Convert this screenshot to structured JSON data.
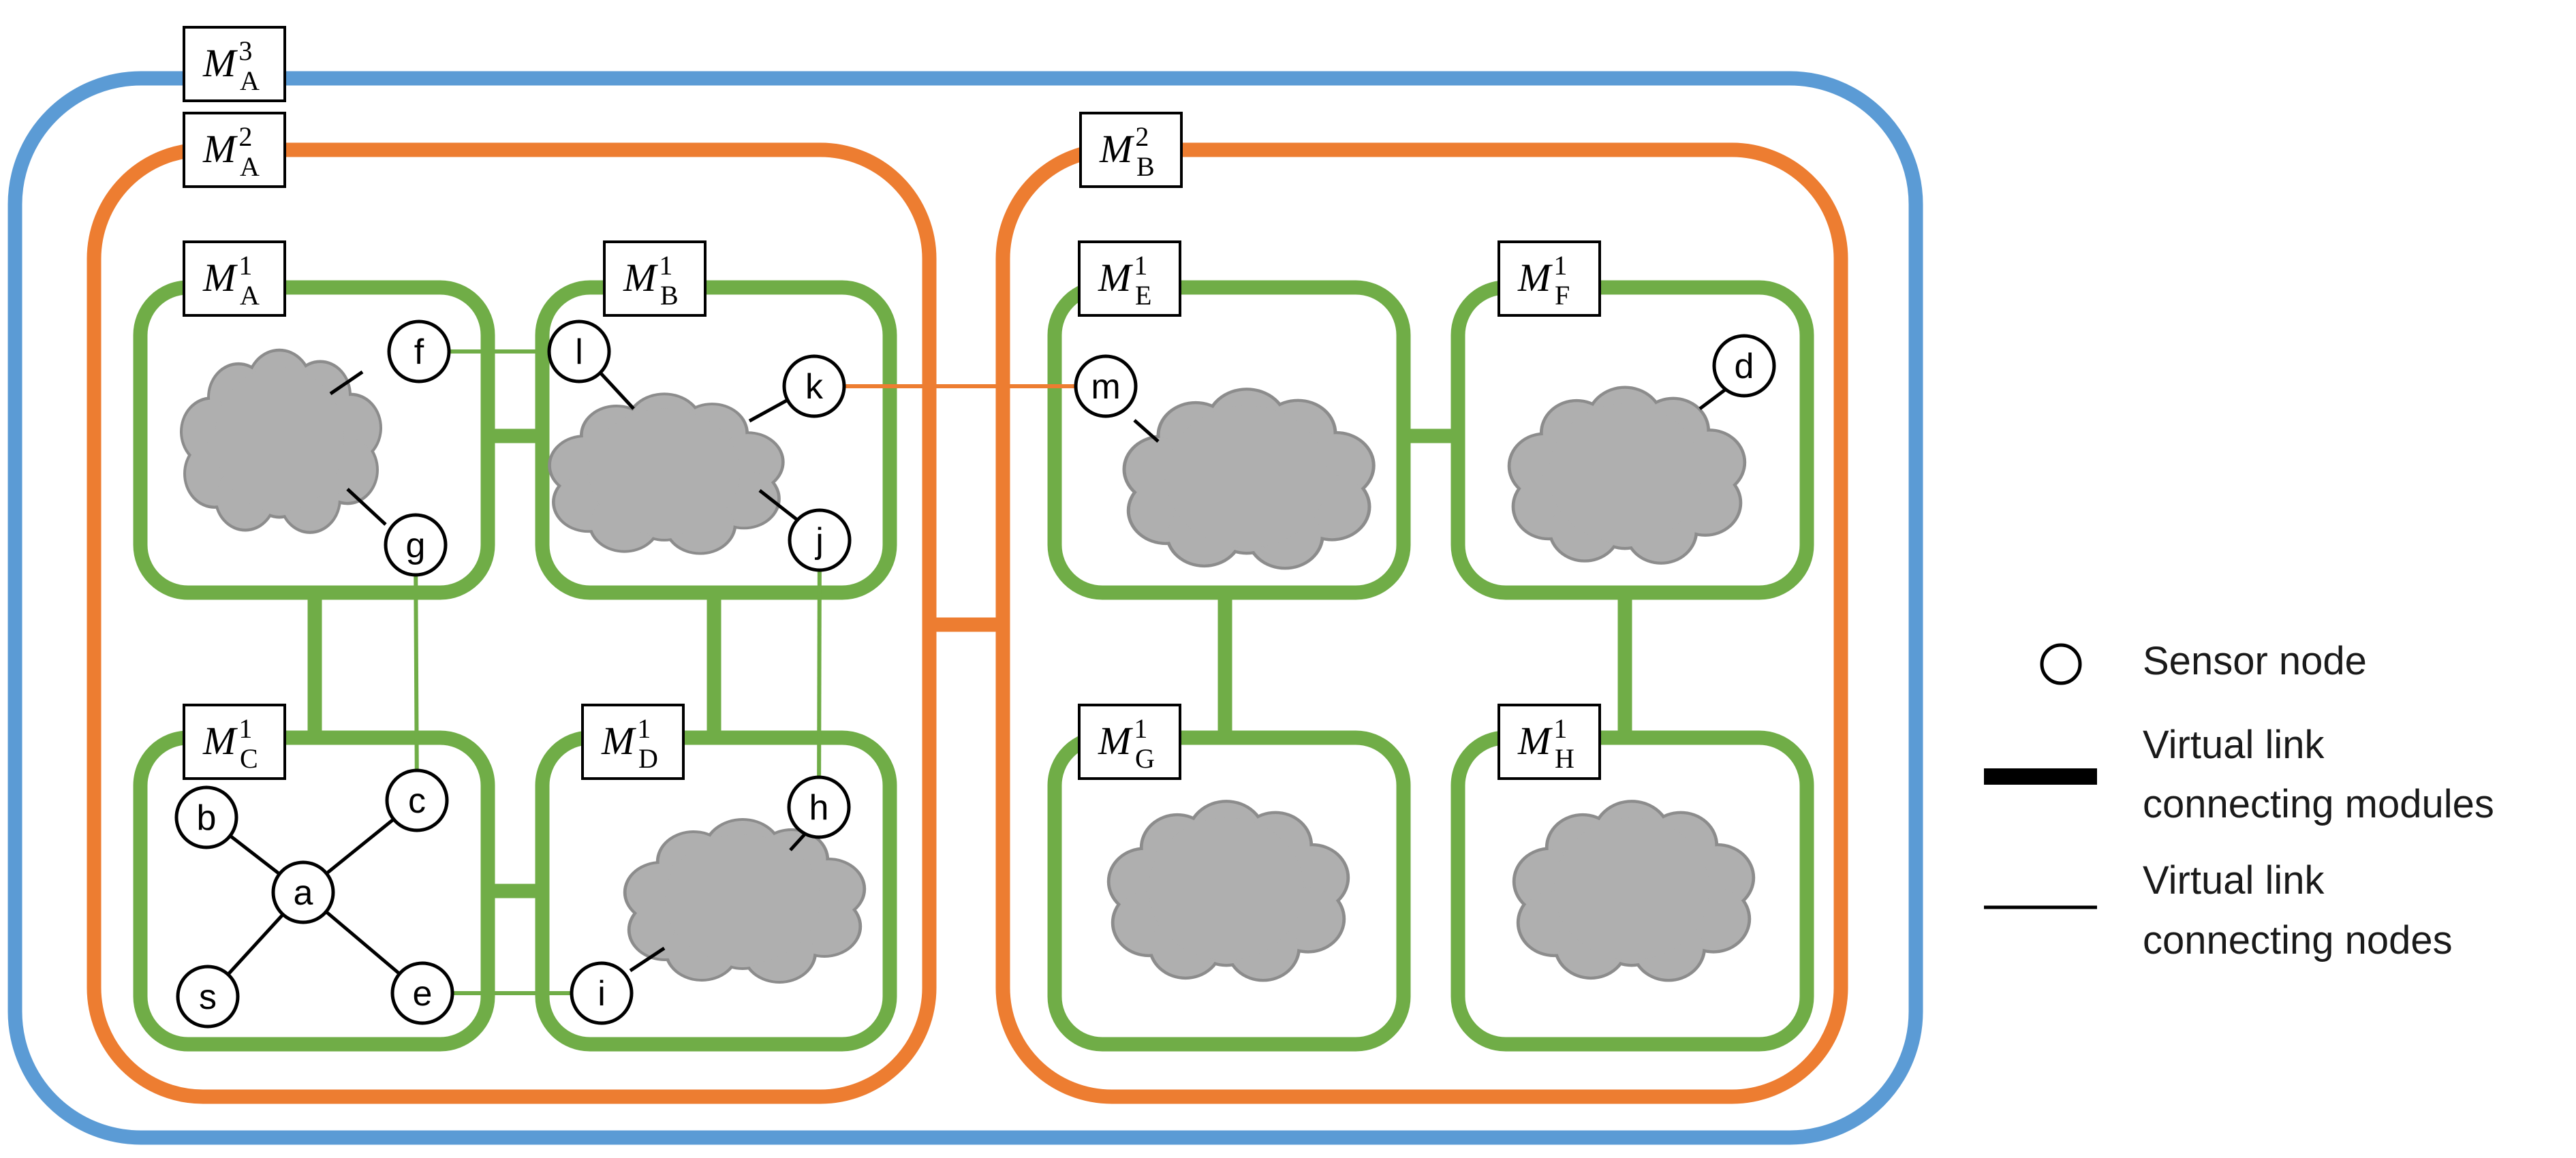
{
  "colors": {
    "level3": "#5b9bd5",
    "level2": "#ed7d31",
    "level1": "#70ad47",
    "cloud_fill": "#afafaf",
    "cloud_stroke": "#8c8c8c",
    "ink": "#000000"
  },
  "modules": {
    "A3": {
      "base": "M",
      "sub": "A",
      "sup": "3"
    },
    "A2": {
      "base": "M",
      "sub": "A",
      "sup": "2"
    },
    "B2": {
      "base": "M",
      "sub": "B",
      "sup": "2"
    },
    "A1": {
      "base": "M",
      "sub": "A",
      "sup": "1"
    },
    "B1": {
      "base": "M",
      "sub": "B",
      "sup": "1"
    },
    "C1": {
      "base": "M",
      "sub": "C",
      "sup": "1"
    },
    "D1": {
      "base": "M",
      "sub": "D",
      "sup": "1"
    },
    "E1": {
      "base": "M",
      "sub": "E",
      "sup": "1"
    },
    "F1": {
      "base": "M",
      "sub": "F",
      "sup": "1"
    },
    "G1": {
      "base": "M",
      "sub": "G",
      "sup": "1"
    },
    "H1": {
      "base": "M",
      "sub": "H",
      "sup": "1"
    }
  },
  "nodes": [
    "f",
    "g",
    "l",
    "k",
    "j",
    "m",
    "d",
    "a",
    "b",
    "c",
    "s",
    "e",
    "h",
    "i"
  ],
  "links": [
    [
      "f",
      "l"
    ],
    [
      "g",
      "c"
    ],
    [
      "j",
      "h"
    ],
    [
      "e",
      "i"
    ],
    [
      "k",
      "m"
    ],
    [
      "a",
      "b"
    ],
    [
      "a",
      "c"
    ],
    [
      "a",
      "s"
    ],
    [
      "a",
      "e"
    ]
  ],
  "legend": {
    "sensor_node": "Sensor node",
    "module_link_line1": "Virtual link",
    "module_link_line2": "connecting modules",
    "node_link_line1": "Virtual link",
    "node_link_line2": "connecting nodes"
  }
}
